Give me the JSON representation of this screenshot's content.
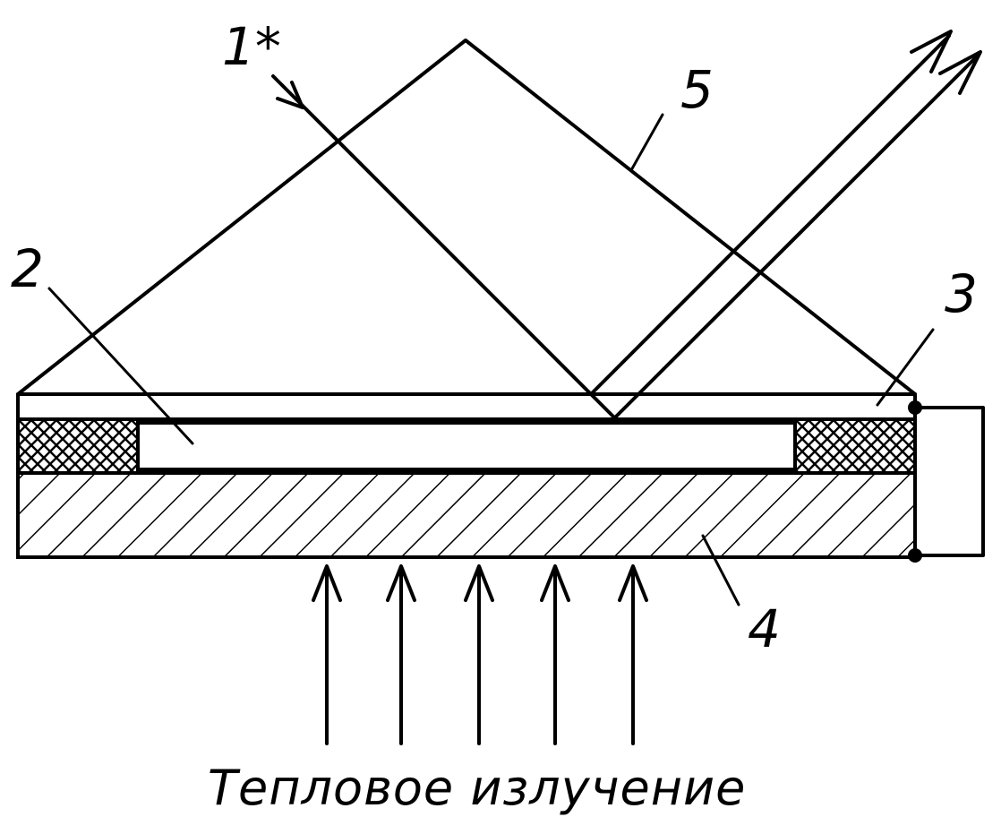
{
  "labels": {
    "l1": "1*",
    "l2": "2",
    "l3": "3",
    "l4": "4",
    "l5": "5"
  },
  "caption": "Тепловое излучение",
  "colors": {
    "ink": "#000000",
    "paper": "#ffffff"
  }
}
